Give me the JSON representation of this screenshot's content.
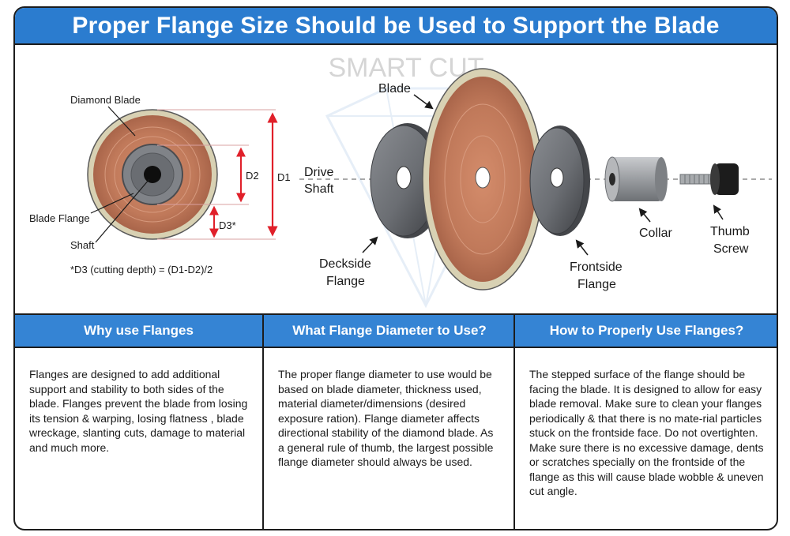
{
  "title": "Proper Flange Size Should be Used to Support the Blade",
  "watermark": "SMART CUT",
  "left_diagram": {
    "diamond_blade_label": "Diamond Blade",
    "blade_flange_label": "Blade Flange",
    "shaft_label": "Shaft",
    "d1_label": "D1",
    "d2_label": "D2",
    "d3_label": "D3*",
    "formula": "*D3 (cutting depth) = (D1-D2)/2"
  },
  "right_diagram": {
    "blade_label": "Blade",
    "drive_shaft_line1": "Drive",
    "drive_shaft_line2": "Shaft",
    "deckside_line1": "Deckside",
    "deckside_line2": "Flange",
    "frontside_line1": "Frontside",
    "frontside_line2": "Flange",
    "collar_label": "Collar",
    "thumb_screw_line1": "Thumb",
    "thumb_screw_line2": "Screw"
  },
  "columns": [
    {
      "heading": "Why use Flanges",
      "body": "Flanges are designed to add additional support and stability to both sides of the blade. Flanges prevent the blade from losing its tension & warping, losing flatness , blade wreckage, slanting cuts, damage to material and much more."
    },
    {
      "heading": "What Flange Diameter to Use?",
      "body": "The proper flange diameter to use would be based on blade diameter, thickness used, material diameter/dimensions (desired exposure ration). Flange diameter affects directional stability of the diamond blade. As a general rule of thumb, the largest possible flange diameter should always be used."
    },
    {
      "heading": "How to Properly Use Flanges?",
      "body": "The stepped surface of the flange should be facing the blade. It is designed to allow for easy blade removal. Make sure to clean your flanges periodically & that there is no mate-rial particles stuck on the frontside face. Do not overtighten. Make sure there is no excessive damage, dents or scratches specially on the frontside of the flange as this will cause blade wobble & uneven cut angle."
    }
  ],
  "colors": {
    "title_blue": "#2b7ccf",
    "header_blue": "#3584d4",
    "blade_copper": "#c0795a",
    "dimension_red": "#e0202a",
    "flange_gray": "#6b6e73"
  }
}
